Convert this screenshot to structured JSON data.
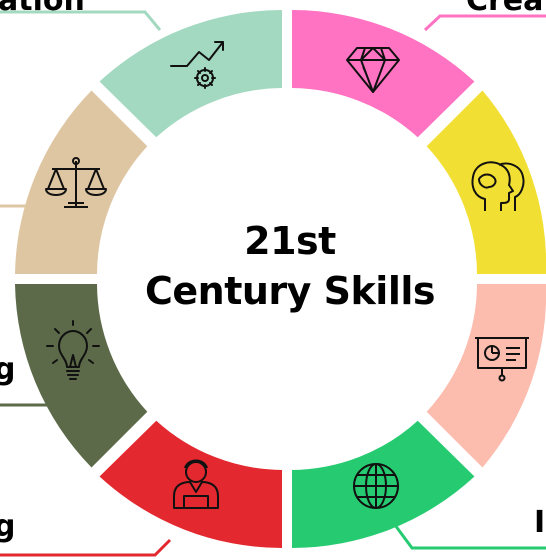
{
  "center": {
    "line1": "21st",
    "line2": "Century Skills"
  },
  "edge_labels": {
    "top_left": "ation",
    "top_right": "Crea",
    "left_middle": "g",
    "bottom_left": "g",
    "bottom_right": "I"
  },
  "segments": [
    {
      "id": "innovation",
      "color": "#a3d9c0",
      "icon": "growth-gear-icon"
    },
    {
      "id": "creativity",
      "color": "#ff73c2",
      "icon": "diamond-icon"
    },
    {
      "id": "thinking",
      "color": "#f2df33",
      "icon": "two-heads-icon"
    },
    {
      "id": "presentation",
      "color": "#fcbcae",
      "icon": "presentation-board-icon"
    },
    {
      "id": "global",
      "color": "#26cb71",
      "icon": "globe-icon"
    },
    {
      "id": "leadership",
      "color": "#e3282f",
      "icon": "person-icon"
    },
    {
      "id": "ideas",
      "color": "#5c6a49",
      "icon": "lightbulb-icon"
    },
    {
      "id": "ethics",
      "color": "#dfc6a3",
      "icon": "scales-icon"
    }
  ]
}
